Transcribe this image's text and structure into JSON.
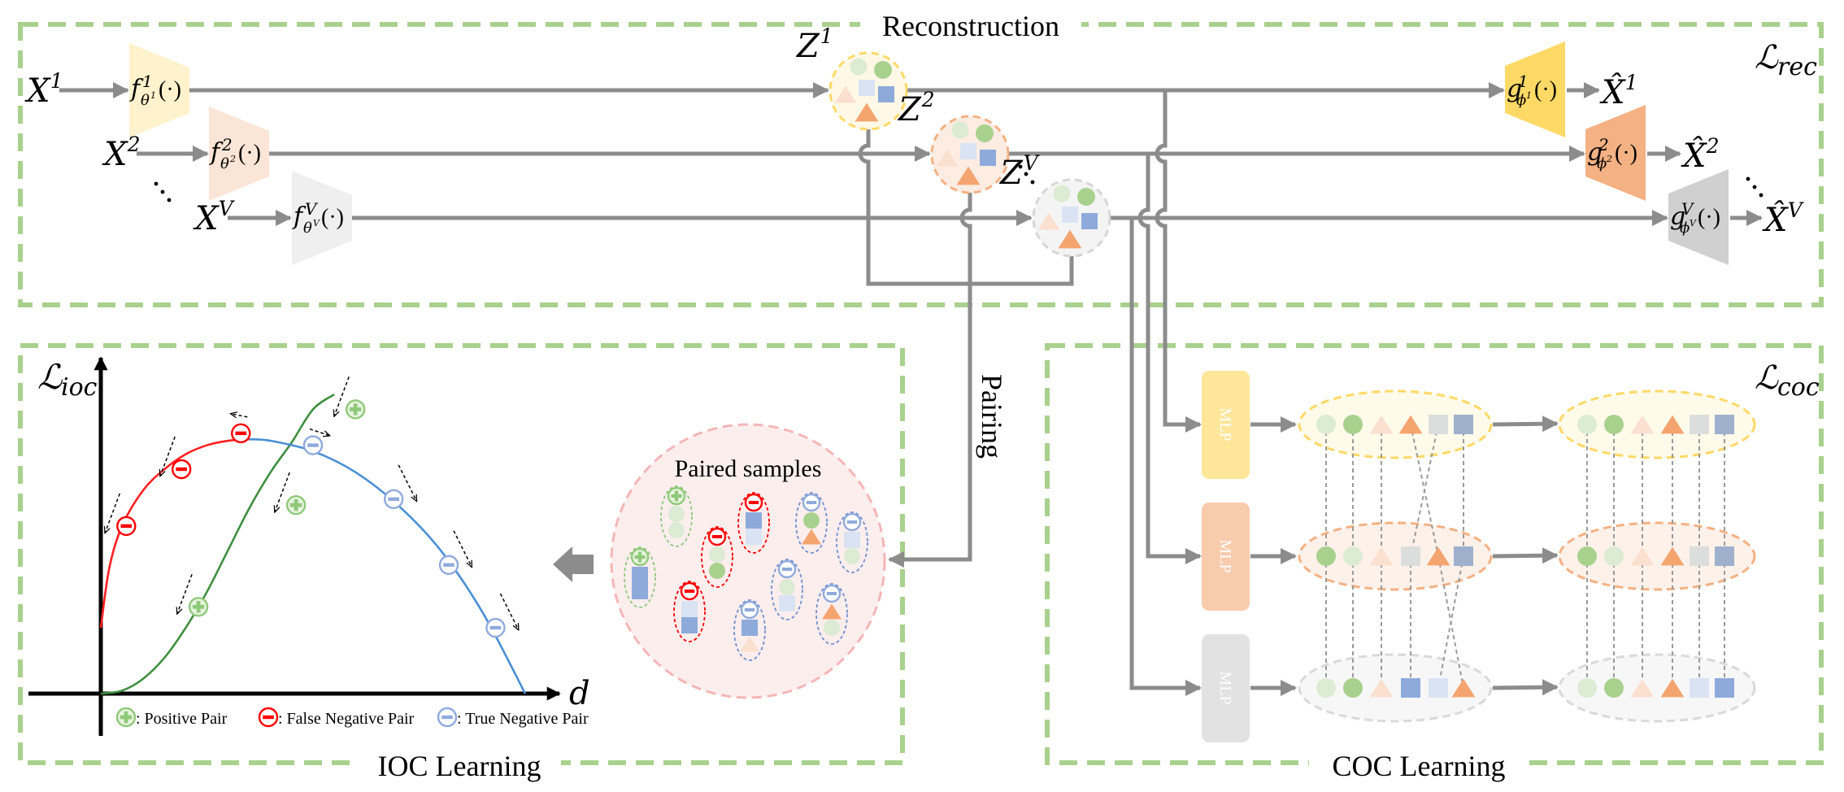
{
  "title": "Multi-view contrastive clustering framework",
  "panels": {
    "reconstruction": {
      "label": "Reconstruction",
      "loss": "rec"
    },
    "ioc": {
      "label": "IOC Learning",
      "loss": "ioc"
    },
    "coc": {
      "label": "COC Learning",
      "loss": "coc"
    }
  },
  "loss_symbol": "ℒ",
  "colors": {
    "border": "#a9d18e",
    "wire": "#8c8c8c",
    "view1": "#ffe699",
    "view1_light": "#fff2cc",
    "view2": "#f4b183",
    "view2_light": "#fbe5d6",
    "viewV": "#d0d0d0",
    "viewV_light": "#efefef",
    "positive": "#8fc97a",
    "false_negative": "#ff0000",
    "true_negative": "#8faadc",
    "curve_red": "#ff2020",
    "curve_blue": "#4a8fd6",
    "curve_green": "#3f8f3f",
    "paired_fill": "#fdeeee",
    "paired_stroke": "#f4b6b6"
  },
  "views": [
    {
      "input": "X",
      "sup": "1",
      "encoder": "f",
      "enc_sub": "θ",
      "enc_subsup": "1",
      "latent": "Z",
      "decoder": "g",
      "dec_sub": "ϕ",
      "dec_subsup": "1",
      "output": "X̂"
    },
    {
      "input": "X",
      "sup": "2",
      "encoder": "f",
      "enc_sub": "θ",
      "enc_subsup": "2",
      "latent": "Z",
      "decoder": "g",
      "dec_sub": "ϕ",
      "dec_subsup": "2",
      "output": "X̂"
    },
    {
      "input": "X",
      "sup": "V",
      "encoder": "f",
      "enc_sub": "θ",
      "enc_subsup": "V",
      "latent": "Z",
      "decoder": "g",
      "dec_sub": "ϕ",
      "dec_subsup": "V",
      "output": "X̂"
    }
  ],
  "func_arg": "(·)",
  "ellipsis": "⋱",
  "pairing_label": "Pairing",
  "paired_samples_label": "Paired samples",
  "mlp_label": "MLP",
  "chart_data": {
    "type": "line",
    "title": "",
    "xlabel": "d",
    "ylabel": "ℒioc",
    "xlim": [
      0,
      1
    ],
    "ylim": [
      0,
      1
    ],
    "grid": false,
    "legend_position": "bottom",
    "series": [
      {
        "name": "Positive Pair curve",
        "color": "#3f8f3f",
        "x": [
          0.0,
          0.05,
          0.1,
          0.15,
          0.2,
          0.25,
          0.3,
          0.35,
          0.4,
          0.45,
          0.5,
          0.55
        ],
        "y": [
          0.0,
          0.01,
          0.05,
          0.12,
          0.22,
          0.34,
          0.48,
          0.62,
          0.74,
          0.84,
          0.95,
          1.0
        ]
      },
      {
        "name": "False Negative curve",
        "color": "#ff2020",
        "x": [
          0.0,
          0.02,
          0.05,
          0.1,
          0.15,
          0.2,
          0.25,
          0.3,
          0.35
        ],
        "y": [
          0.22,
          0.42,
          0.56,
          0.68,
          0.75,
          0.8,
          0.83,
          0.845,
          0.85
        ]
      },
      {
        "name": "True Negative curve",
        "color": "#4a8fd6",
        "x": [
          0.35,
          0.4,
          0.5,
          0.6,
          0.7,
          0.8,
          0.9,
          1.0
        ],
        "y": [
          0.85,
          0.845,
          0.81,
          0.74,
          0.63,
          0.48,
          0.27,
          0.0
        ]
      }
    ],
    "markers": [
      {
        "type": "positive",
        "x": 0.6,
        "y": 0.95,
        "arrow": "down-left"
      },
      {
        "type": "positive",
        "x": 0.46,
        "y": 0.63,
        "arrow": "down-left"
      },
      {
        "type": "positive",
        "x": 0.23,
        "y": 0.29,
        "arrow": "down-left"
      },
      {
        "type": "false_negative",
        "x": 0.06,
        "y": 0.56,
        "arrow": "down-left"
      },
      {
        "type": "false_negative",
        "x": 0.19,
        "y": 0.75,
        "arrow": "down-left"
      },
      {
        "type": "false_negative",
        "x": 0.33,
        "y": 0.87,
        "arrow": "left"
      },
      {
        "type": "true_negative",
        "x": 0.5,
        "y": 0.83,
        "arrow": "right"
      },
      {
        "type": "true_negative",
        "x": 0.69,
        "y": 0.65,
        "arrow": "down-right"
      },
      {
        "type": "true_negative",
        "x": 0.82,
        "y": 0.43,
        "arrow": "down-right"
      },
      {
        "type": "true_negative",
        "x": 0.93,
        "y": 0.22,
        "arrow": "down-right"
      }
    ],
    "legend": [
      {
        "type": "positive",
        "label": ": Positive Pair"
      },
      {
        "type": "false_negative",
        "label": ": False Negative Pair"
      },
      {
        "type": "true_negative",
        "label": ": True Negative Pair"
      }
    ]
  },
  "paired_samples": [
    {
      "type": "positive",
      "items": [
        "lightgreen-circle",
        "lightgreen-circle"
      ]
    },
    {
      "type": "positive",
      "items": [
        "blue-square",
        "blue-square"
      ]
    },
    {
      "type": "false_negative",
      "items": [
        "lightgreen-circle",
        "green-circle"
      ]
    },
    {
      "type": "false_negative",
      "items": [
        "lightblue-square",
        "blue-square"
      ]
    },
    {
      "type": "false_negative",
      "items": [
        "blue-square",
        "lightblue-square"
      ]
    },
    {
      "type": "true_negative",
      "items": [
        "green-circle",
        "orange-triangle"
      ]
    },
    {
      "type": "true_negative",
      "items": [
        "lightblue-square",
        "lightgreen-circle"
      ]
    },
    {
      "type": "true_negative",
      "items": [
        "lightgreen-circle",
        "lightblue-square"
      ]
    },
    {
      "type": "true_negative",
      "items": [
        "orange-triangle",
        "lightgreen-circle"
      ]
    },
    {
      "type": "true_negative",
      "items": [
        "blue-square",
        "lightorange-triangle"
      ]
    }
  ],
  "latent_items": [
    "lightgreen-circle",
    "green-circle",
    "lightblue-square",
    "blue-square",
    "lightorange-triangle",
    "orange-triangle"
  ],
  "coc_rows": [
    {
      "before": [
        "lightgreen-circle",
        "green-circle",
        "lightorange-triangle",
        "orange-triangle",
        "gray-square",
        "slate-square"
      ],
      "after": [
        "lightgreen-circle",
        "green-circle",
        "lightorange-triangle",
        "orange-triangle",
        "gray-square",
        "slate-square"
      ]
    },
    {
      "before": [
        "green-circle",
        "lightgreen-circle",
        "lightorange-triangle",
        "gray-square",
        "orange-triangle",
        "slate-square"
      ],
      "after": [
        "green-circle",
        "lightgreen-circle",
        "lightorange-triangle",
        "orange-triangle",
        "gray-square",
        "slate-square"
      ]
    },
    {
      "before": [
        "lightgreen-circle",
        "green-circle",
        "lightorange-triangle",
        "blue-square",
        "lightblue-square",
        "orange-triangle"
      ],
      "after": [
        "lightgreen-circle",
        "green-circle",
        "lightorange-triangle",
        "orange-triangle",
        "lightblue-square",
        "blue-square"
      ]
    }
  ]
}
